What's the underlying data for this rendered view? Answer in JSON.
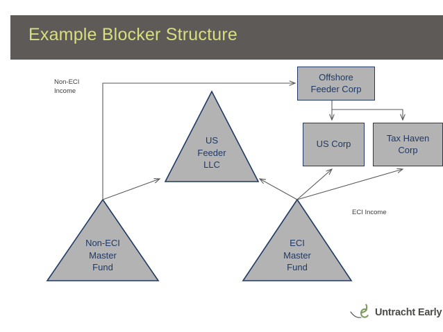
{
  "slide": {
    "title": "Example Blocker Structure",
    "title_color": "#d9de7f",
    "banner_color": "#5d5a58",
    "background_color": "#ffffff"
  },
  "diagram": {
    "type": "org-structure",
    "node_fill": "#b3b3b3",
    "node_stroke": "#1f3864",
    "node_text_color": "#1f3864",
    "connector_color": "#595959",
    "boxes": [
      {
        "id": "offshore-feeder-corp",
        "line1": "Offshore",
        "line2": "Feeder Corp"
      },
      {
        "id": "us-corp",
        "line1": "US Corp",
        "line2": ""
      },
      {
        "id": "tax-haven-corp",
        "line1": "Tax Haven",
        "line2": "Corp"
      }
    ],
    "triangles": [
      {
        "id": "us-feeder-llc",
        "line1": "US",
        "line2": "Feeder",
        "line3": "LLC"
      },
      {
        "id": "non-eci-master-fund",
        "line1": "Non-ECI",
        "line2": "Master",
        "line3": "Fund"
      },
      {
        "id": "eci-master-fund",
        "line1": "ECI",
        "line2": "Master",
        "line3": "Fund"
      }
    ],
    "annotations": [
      {
        "id": "non-eci-income",
        "line1": "Non-ECI",
        "line2": "Income"
      },
      {
        "id": "eci-income",
        "line1": "ECI Income",
        "line2": ""
      }
    ]
  },
  "logo": {
    "text": "Untracht Early",
    "mark_color": "#7d9b5a",
    "text_color": "#4a4a46"
  }
}
